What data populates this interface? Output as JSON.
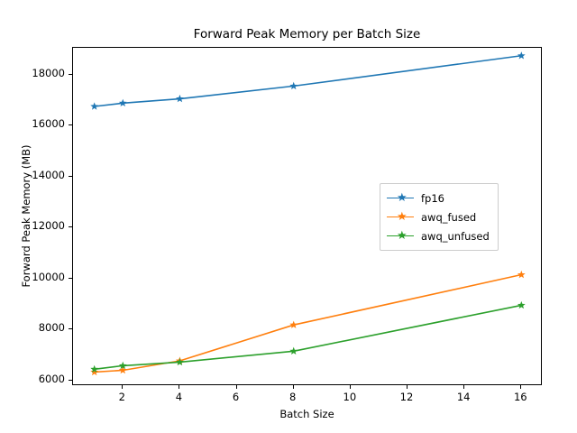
{
  "chart_data": {
    "type": "line",
    "title": "Forward Peak Memory per Batch Size",
    "xlabel": "Batch Size",
    "ylabel": "Forward Peak Memory (MB)",
    "x": [
      1,
      2,
      4,
      8,
      16
    ],
    "xlim": [
      0.25,
      16.75
    ],
    "ylim": [
      5780,
      19050
    ],
    "xticks": [
      2,
      4,
      6,
      8,
      10,
      12,
      14,
      16
    ],
    "xticklabels": [
      "2",
      "4",
      "6",
      "8",
      "10",
      "12",
      "14",
      "16"
    ],
    "yticks": [
      6000,
      8000,
      10000,
      12000,
      14000,
      16000,
      18000
    ],
    "yticklabels": [
      "6000",
      "8000",
      "10000",
      "12000",
      "14000",
      "16000",
      "18000"
    ],
    "grid": false,
    "legend_position": "center right",
    "marker": "star",
    "series": [
      {
        "name": "fp16",
        "color": "#1f77b4",
        "values": [
          16750,
          16880,
          17050,
          17550,
          18740
        ]
      },
      {
        "name": "awq_fused",
        "color": "#ff7f0e",
        "values": [
          6330,
          6400,
          6770,
          8180,
          10150
        ]
      },
      {
        "name": "awq_unfused",
        "color": "#2ca02c",
        "values": [
          6440,
          6580,
          6720,
          7150,
          8950
        ]
      }
    ]
  }
}
